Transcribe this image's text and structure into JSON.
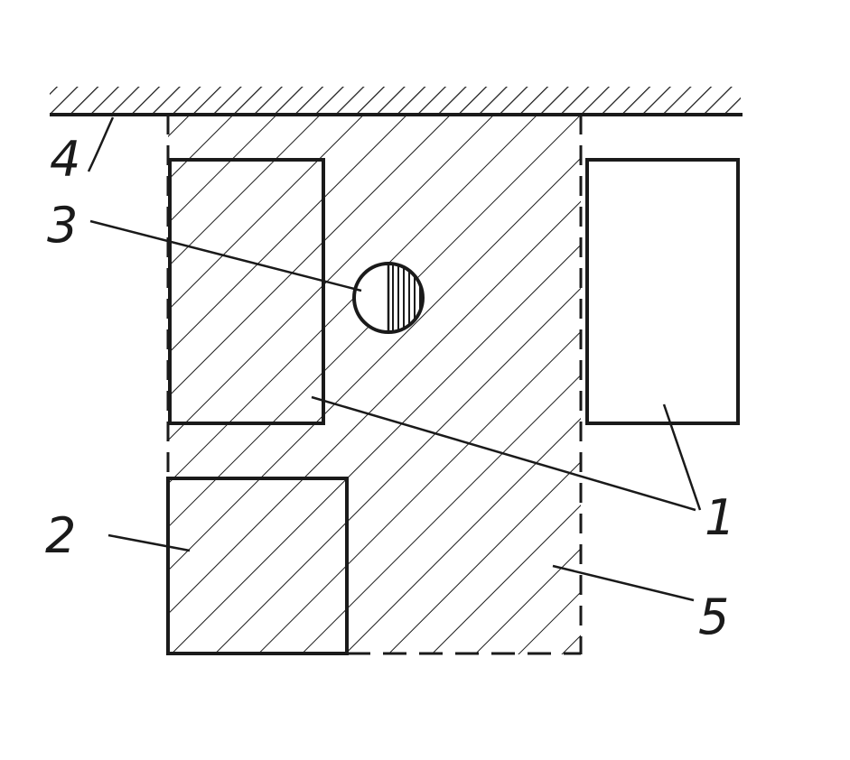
{
  "labels": {
    "part_1": "1",
    "part_2": "2",
    "part_3": "3",
    "part_4": "4",
    "part_5": "5"
  },
  "colors": {
    "ink": "#1a1a1a",
    "paper": "#ffffff"
  }
}
